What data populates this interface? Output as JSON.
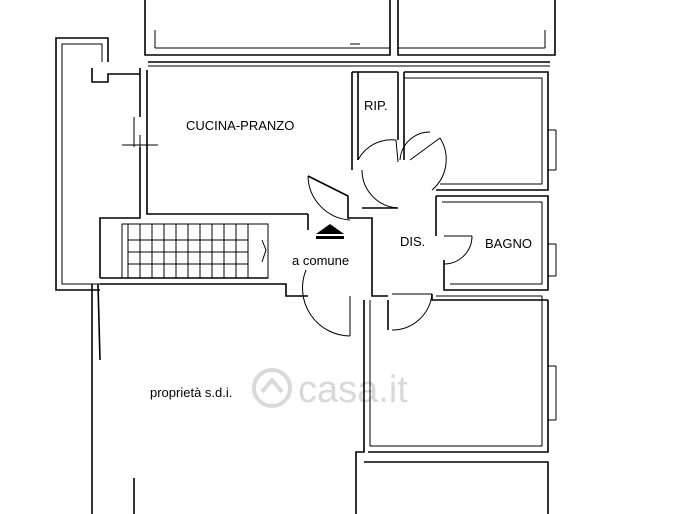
{
  "rooms": {
    "cucina": "CUCINA-PRANZO",
    "rip": "RIP.",
    "dis": "DIS.",
    "bagno": "BAGNO",
    "comune": "a comune",
    "proprieta": "proprietà s.d.i."
  },
  "watermark": "casa.it",
  "colors": {
    "line": "#000000",
    "watermark": "#d9d9d9",
    "background": "#ffffff"
  },
  "icons": [
    "entrance-arrow-icon",
    "casa-logo-icon"
  ]
}
